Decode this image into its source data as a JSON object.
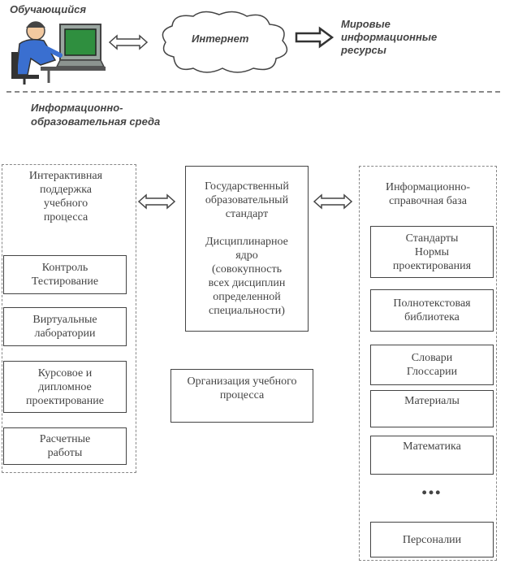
{
  "top": {
    "learner_label": "Обучающийся",
    "internet_label": "Интернет",
    "world_resources_label": "Мировые\nинформационные\nресурсы"
  },
  "environment_label": "Информационно-\nобразовательная среда",
  "left_column": {
    "title": "Интерактивная\nподдержка\nучебного\nпроцесса",
    "items": [
      "Контроль\nТестирование",
      "Виртуальные\nлаборатории",
      "Курсовое и\nдипломное\nпроектирование",
      "Расчетные\nработы"
    ]
  },
  "center_column": {
    "standard_box": "Государственный\nобразовательный\nстандарт\n\nДисциплинарное\nядро\n(совокупность\nвсех дисциплин\nопределенной\nспециальности)",
    "organization_box": "Организация учебного\nпроцесса"
  },
  "right_column": {
    "title": "Информационно-\nсправочная база",
    "items": [
      "Стандарты\nНормы\nпроектирования",
      "Полнотекстовая\nбиблиотека",
      "Словари\nГлоссарии",
      "Материалы",
      "Математика"
    ],
    "ellipsis": "•••",
    "last_item": "Персоналии"
  },
  "colors": {
    "line": "#444444",
    "dashed": "#888888"
  }
}
